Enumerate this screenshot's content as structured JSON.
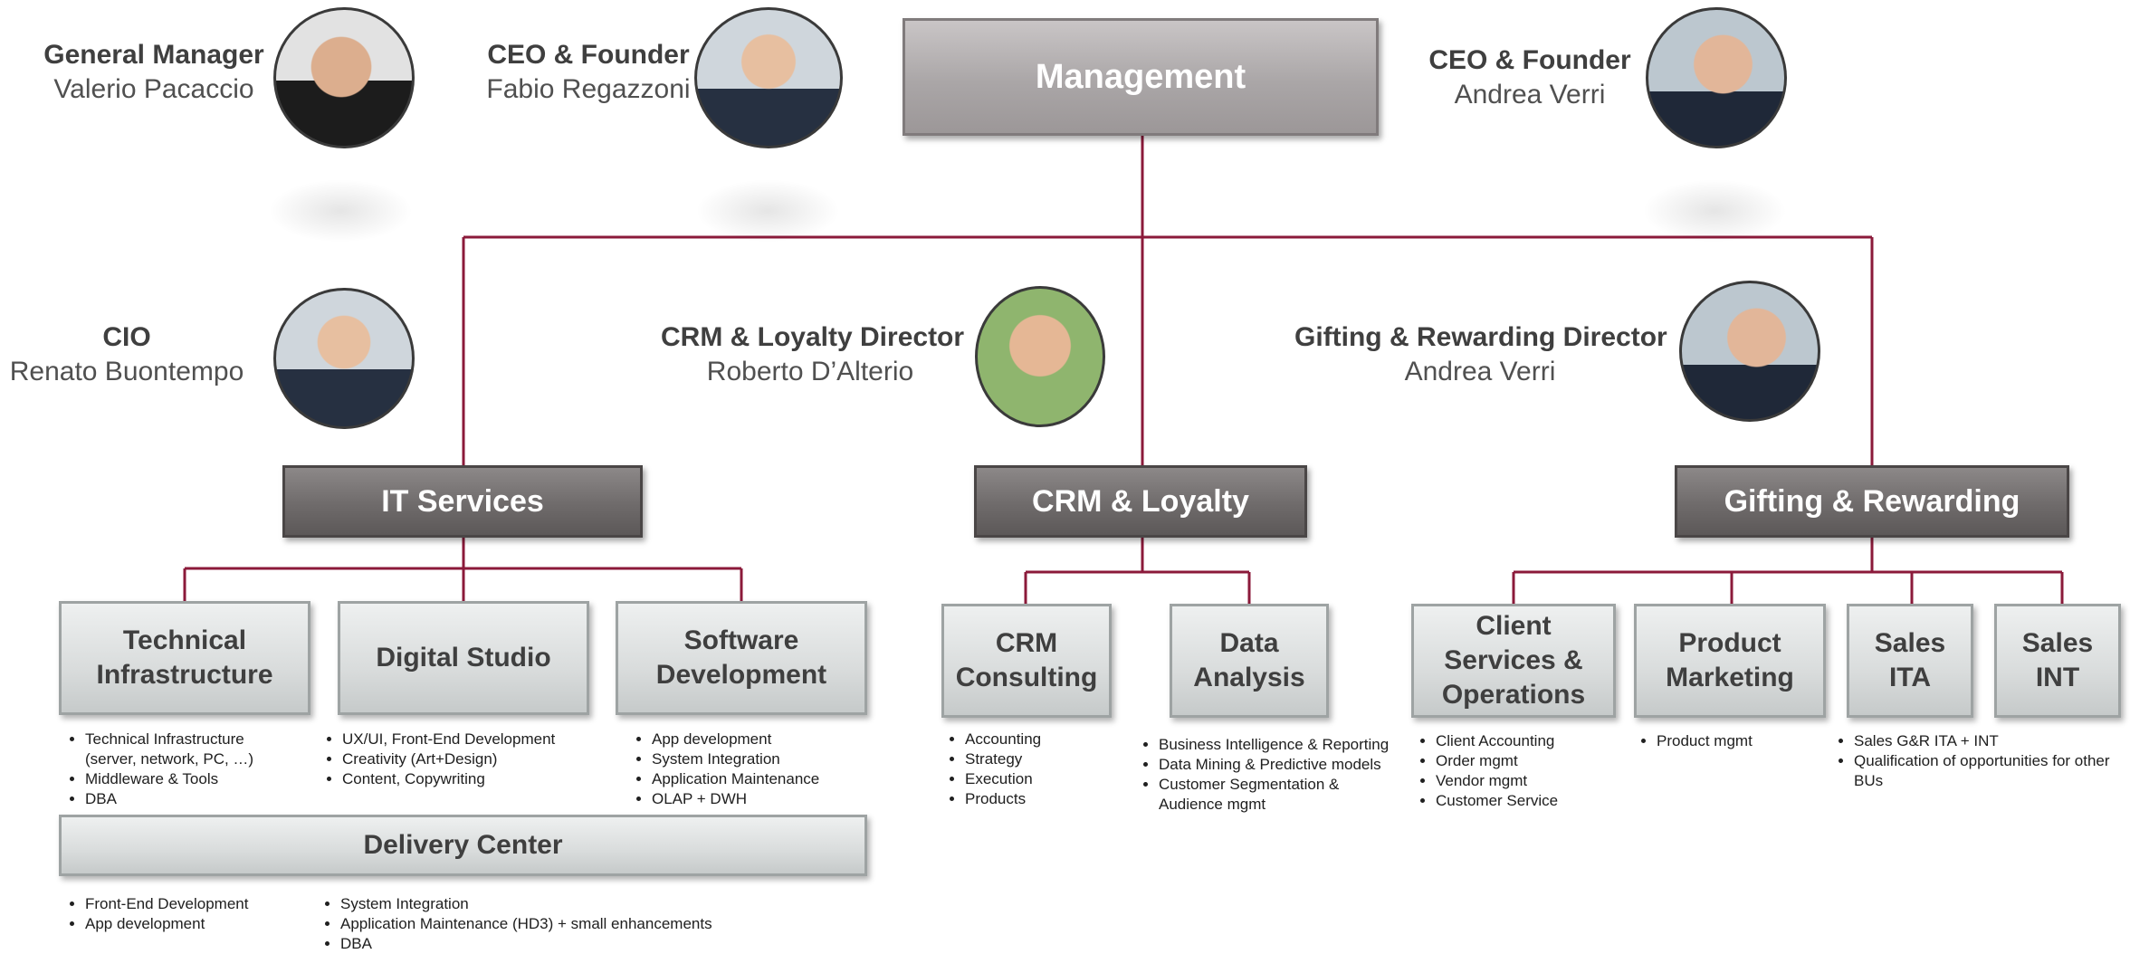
{
  "management": {
    "label": "Management"
  },
  "people": {
    "general_manager": {
      "role": "General Manager",
      "name": "Valerio Pacaccio"
    },
    "ceo_founder_1": {
      "role": "CEO & Founder",
      "name": "Fabio Regazzoni"
    },
    "ceo_founder_2": {
      "role": "CEO & Founder",
      "name": "Andrea Verri"
    },
    "cio": {
      "role": "CIO",
      "name": "Renato Buontempo"
    },
    "crm_director": {
      "role": "CRM & Loyalty Director",
      "name": "Roberto D’Alterio"
    },
    "gifting_director": {
      "role": "Gifting & Rewarding Director",
      "name": "Andrea Verri"
    }
  },
  "divisions": {
    "it": {
      "label": "IT Services",
      "units": [
        {
          "label": "Technical Infrastructure",
          "items": [
            "Technical Infrastructure",
            "(server, network, PC, …)",
            "Middleware & Tools",
            "DBA"
          ]
        },
        {
          "label": "Digital Studio",
          "items": [
            "UX/UI, Front-End Development",
            "Creativity (Art+Design)",
            "Content, Copywriting"
          ]
        },
        {
          "label": "Software Development",
          "items": [
            "App development",
            "System Integration",
            "Application Maintenance",
            "OLAP + DWH"
          ]
        }
      ],
      "delivery_center": {
        "label": "Delivery Center",
        "items_left": [
          "Front-End Development",
          "App development"
        ],
        "items_right": [
          "System Integration",
          "Application Maintenance (HD3) + small enhancements",
          "DBA"
        ]
      }
    },
    "crm": {
      "label": "CRM & Loyalty",
      "units": [
        {
          "label": "CRM Consulting",
          "items": [
            "Accounting",
            "Strategy",
            "Execution",
            "Products"
          ]
        },
        {
          "label": "Data Analysis",
          "items": [
            "Business Intelligence & Reporting",
            "Data Mining & Predictive models",
            "Customer Segmentation &",
            "Audience mgmt"
          ]
        }
      ]
    },
    "gifting": {
      "label": "Gifting & Rewarding",
      "units": [
        {
          "label": "Client Services & Operations",
          "items": [
            "Client Accounting",
            "Order mgmt",
            "Vendor mgmt",
            "Customer Service"
          ]
        },
        {
          "label": "Product Marketing",
          "items": [
            "Product mgmt"
          ]
        },
        {
          "label": "Sales ITA",
          "items": [
            "Sales G&R ITA + INT",
            "Qualification of opportunities for other",
            "BUs"
          ]
        },
        {
          "label": "Sales INT",
          "items": []
        }
      ]
    }
  },
  "colors": {
    "connector": "#8b1a3a",
    "dark_box": "#6f6b6b",
    "light_box": "#d9dcdc"
  }
}
